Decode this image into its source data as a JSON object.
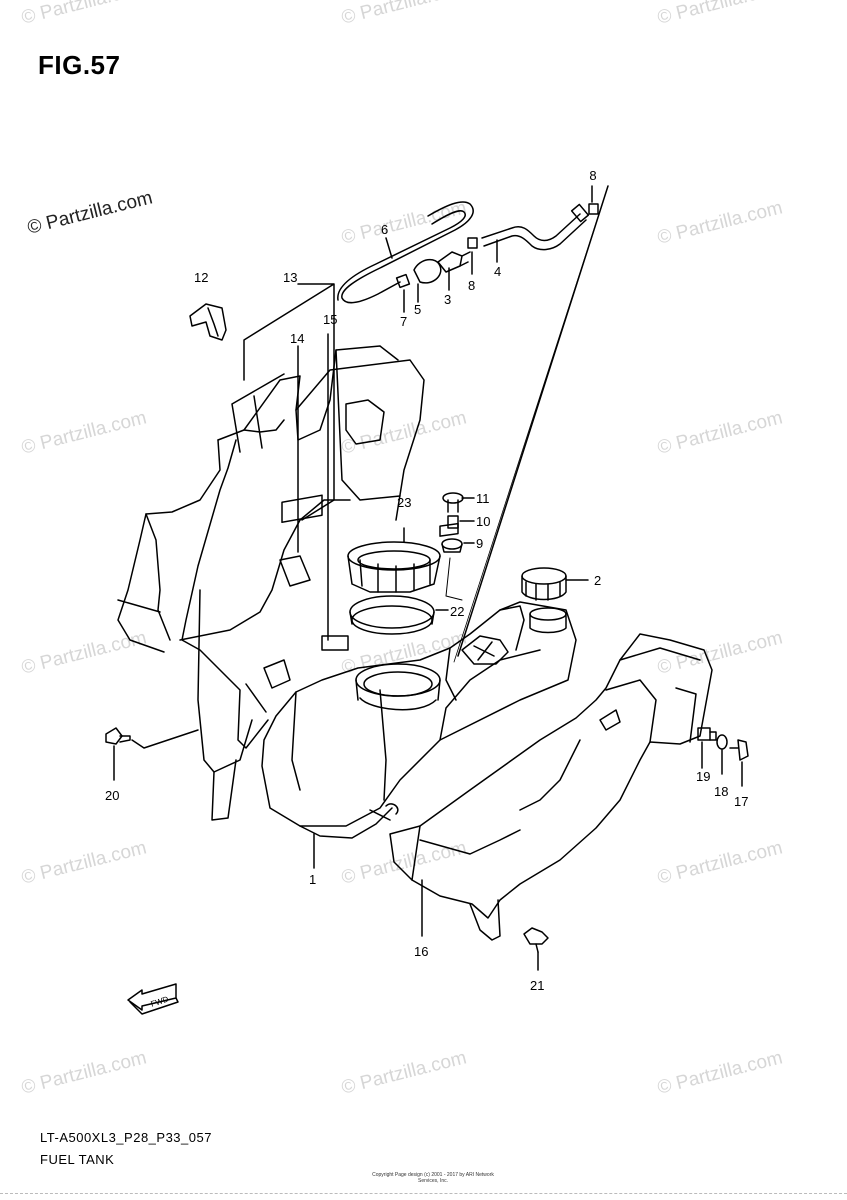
{
  "figure": {
    "title": "FIG.57"
  },
  "watermark": {
    "text": "© Partzilla.com",
    "corner_text": "© Partzilla.com"
  },
  "callouts": [
    "1",
    "2",
    "3",
    "4",
    "5",
    "6",
    "7",
    "8",
    "8",
    "9",
    "10",
    "11",
    "12",
    "13",
    "14",
    "15",
    "16",
    "17",
    "18",
    "19",
    "20",
    "21",
    "22",
    "23"
  ],
  "labels": {
    "c1": "1",
    "c2": "2",
    "c3": "3",
    "c4": "4",
    "c5": "5",
    "c6": "6",
    "c7": "7",
    "c8a": "8",
    "c8b": "8",
    "c9": "9",
    "c10": "10",
    "c11": "11",
    "c12": "12",
    "c13": "13",
    "c14": "14",
    "c15": "15",
    "c16": "16",
    "c17": "17",
    "c18": "18",
    "c19": "19",
    "c20": "20",
    "c21": "21",
    "c22": "22",
    "c23": "23"
  },
  "fwd_label": "FWD",
  "footer": {
    "model": "LT-A500XL3_P28_P33_057",
    "section": "FUEL TANK"
  },
  "copyright_small": "Copyright Page design (c) 2001 - 2017 by ARI Network Services, Inc."
}
